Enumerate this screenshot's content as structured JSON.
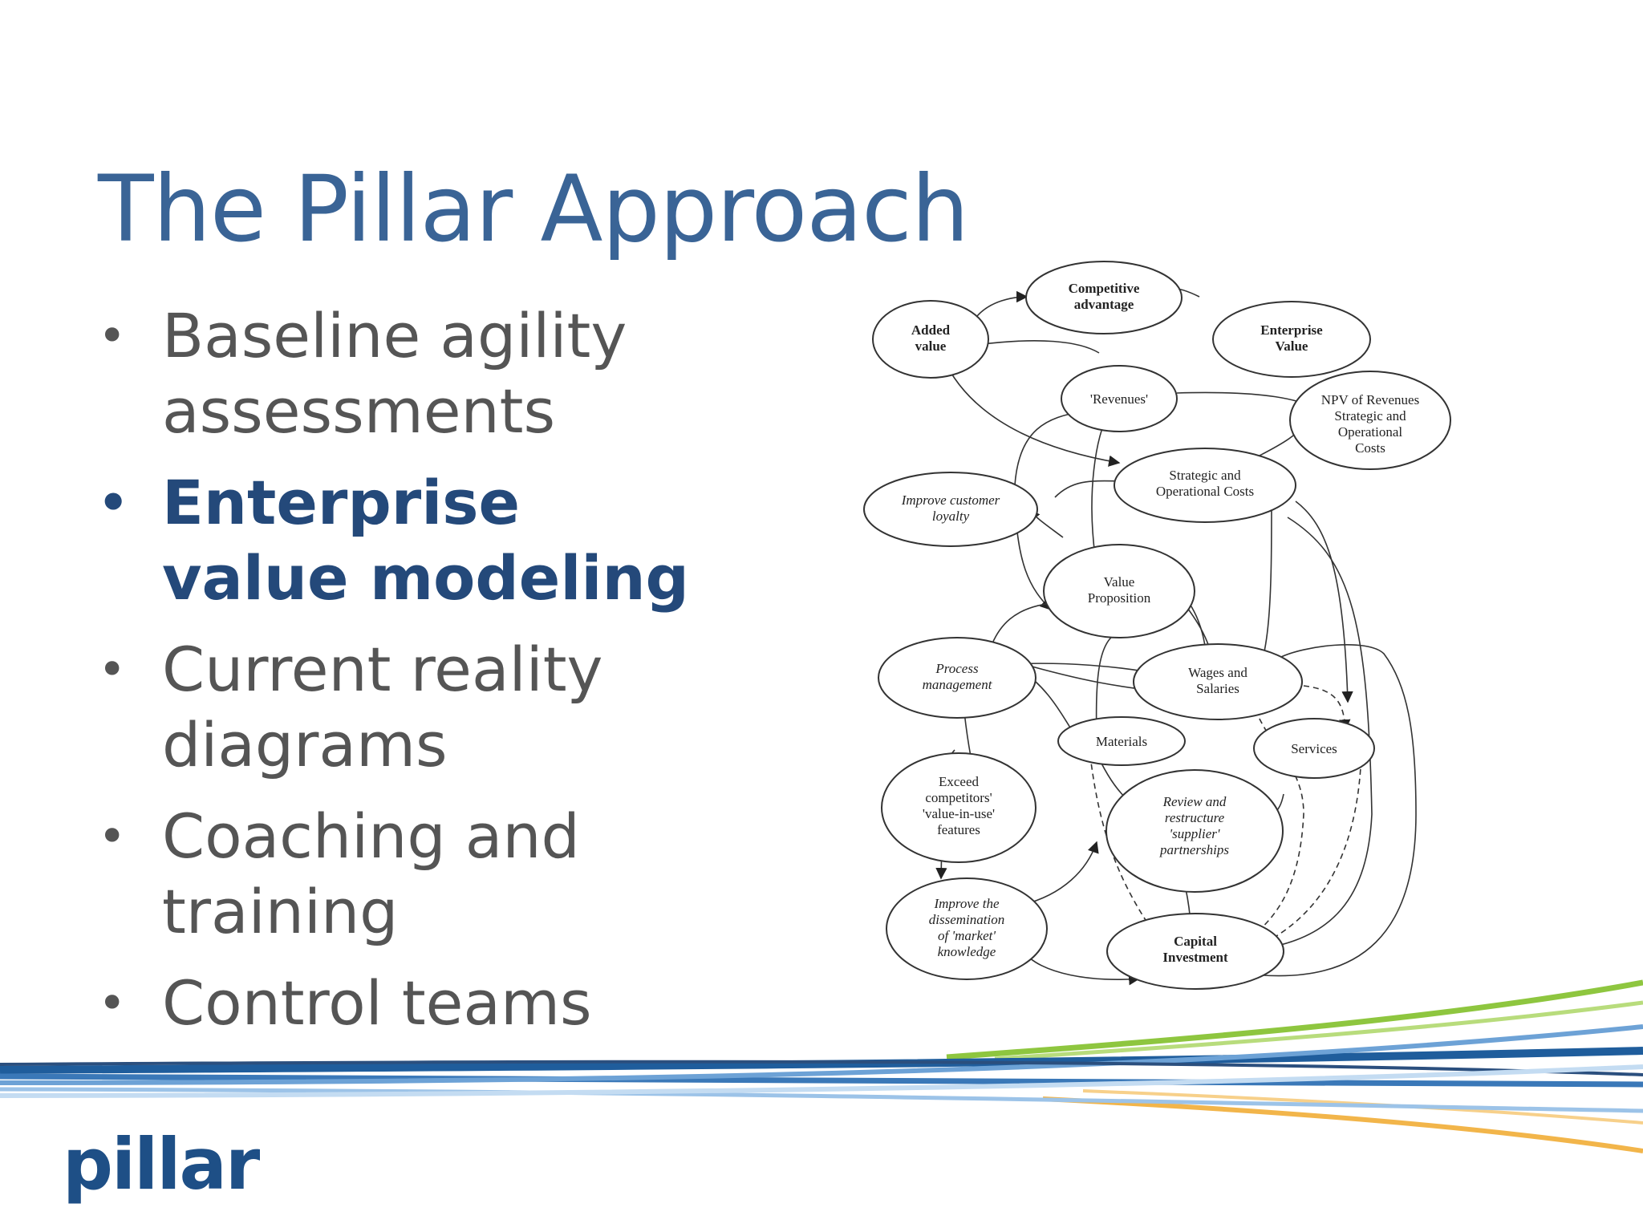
{
  "slide": {
    "title": "The Pillar Approach",
    "bullets": [
      {
        "text": "Baseline agility assessments",
        "active": false
      },
      {
        "text": "Enterprise value modeling",
        "active": true
      },
      {
        "text": "Current reality diagrams",
        "active": false
      },
      {
        "text": "Coaching and training",
        "active": false
      },
      {
        "text": "Control teams",
        "active": false
      }
    ]
  },
  "diagram": {
    "nodes": {
      "added_value": [
        "Added",
        "value"
      ],
      "competitive_advantage": [
        "Competitive",
        "advantage"
      ],
      "enterprise_value": [
        "Enterprise",
        "Value"
      ],
      "revenues": [
        "'Revenues'"
      ],
      "npv": [
        "NPV of Revenues",
        "Strategic and",
        "Operational",
        "Costs"
      ],
      "strategic_costs": [
        "Strategic and",
        "Operational Costs"
      ],
      "improve_loyalty": [
        "Improve customer",
        "loyalty"
      ],
      "value_proposition": [
        "Value",
        "Proposition"
      ],
      "process_management": [
        "Process",
        "management"
      ],
      "wages": [
        "Wages and",
        "Salaries"
      ],
      "materials": [
        "Materials"
      ],
      "services": [
        "Services"
      ],
      "exceed_competitors": [
        "Exceed",
        "competitors'",
        "'value-in-use'",
        "features"
      ],
      "review_partnerships": [
        "Review and",
        "restructure",
        "'supplier'",
        "partnerships"
      ],
      "improve_dissemination": [
        "Improve the",
        "dissemination",
        "of 'market'",
        "knowledge"
      ],
      "capital_investment": [
        "Capital",
        "Investment"
      ]
    }
  },
  "logo": {
    "text": "pillar"
  },
  "colors": {
    "title": "#3a6496",
    "active_bullet": "#24497a",
    "body_text": "#555555",
    "logo": "#1e4f86"
  }
}
